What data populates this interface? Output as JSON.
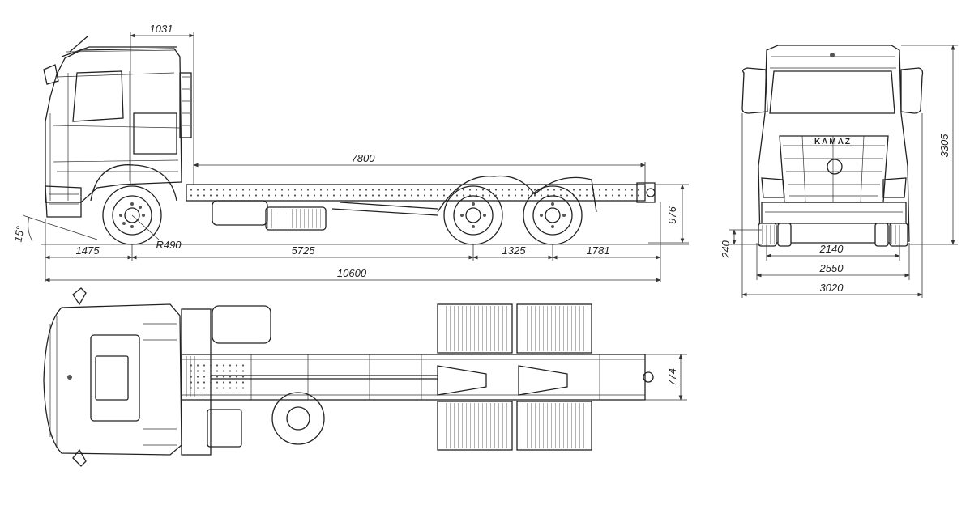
{
  "drawing": {
    "brand_logo": "KAMAZ",
    "side_view": {
      "cab_to_frame_clearance": "1031",
      "frame_body_length": "7800",
      "front_overhang": "1475",
      "wheelbase_first": "5725",
      "tandem_spacing": "1325",
      "rear_overhang": "1781",
      "overall_length": "10600",
      "frame_height": "976",
      "wheel_radius": "R490",
      "approach_angle": "15°"
    },
    "front_view": {
      "overall_height": "3305",
      "ground_clearance": "240",
      "track_width": "2140",
      "body_width": "2550",
      "mirror_width": "3020"
    },
    "top_view": {
      "frame_width": "774"
    }
  }
}
